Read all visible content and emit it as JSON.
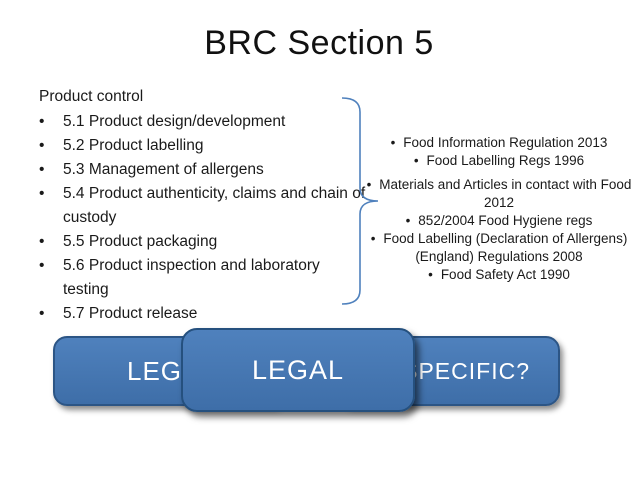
{
  "slide": {
    "title": "BRC Section 5"
  },
  "left_column": {
    "heading": "Product control",
    "items": [
      "5.1 Product design/development",
      "5.2 Product labelling",
      "5.3 Management of allergens",
      "5.4 Product authenticity, claims and chain of custody",
      "5.5 Product packaging",
      "5.6 Product inspection and laboratory testing",
      "5.7 Product release"
    ]
  },
  "right_column": {
    "bullet": "•",
    "items": [
      "Food Information Regulation 2013",
      "Food Labelling Regs 1996",
      "Materials and Articles in contact with Food 2012",
      "852/2004 Food Hygiene regs",
      "Food Labelling (Declaration of Allergens) (England) Regulations 2008",
      "Food Safety Act 1990"
    ]
  },
  "buttons": {
    "left_label": "LEGA",
    "center_label": "LEGAL",
    "right_label": "C SPECIFIC?"
  },
  "colors": {
    "pill_fill": "#4f81bd",
    "pill_border": "#2c5585",
    "brace": "#4f81bd"
  }
}
